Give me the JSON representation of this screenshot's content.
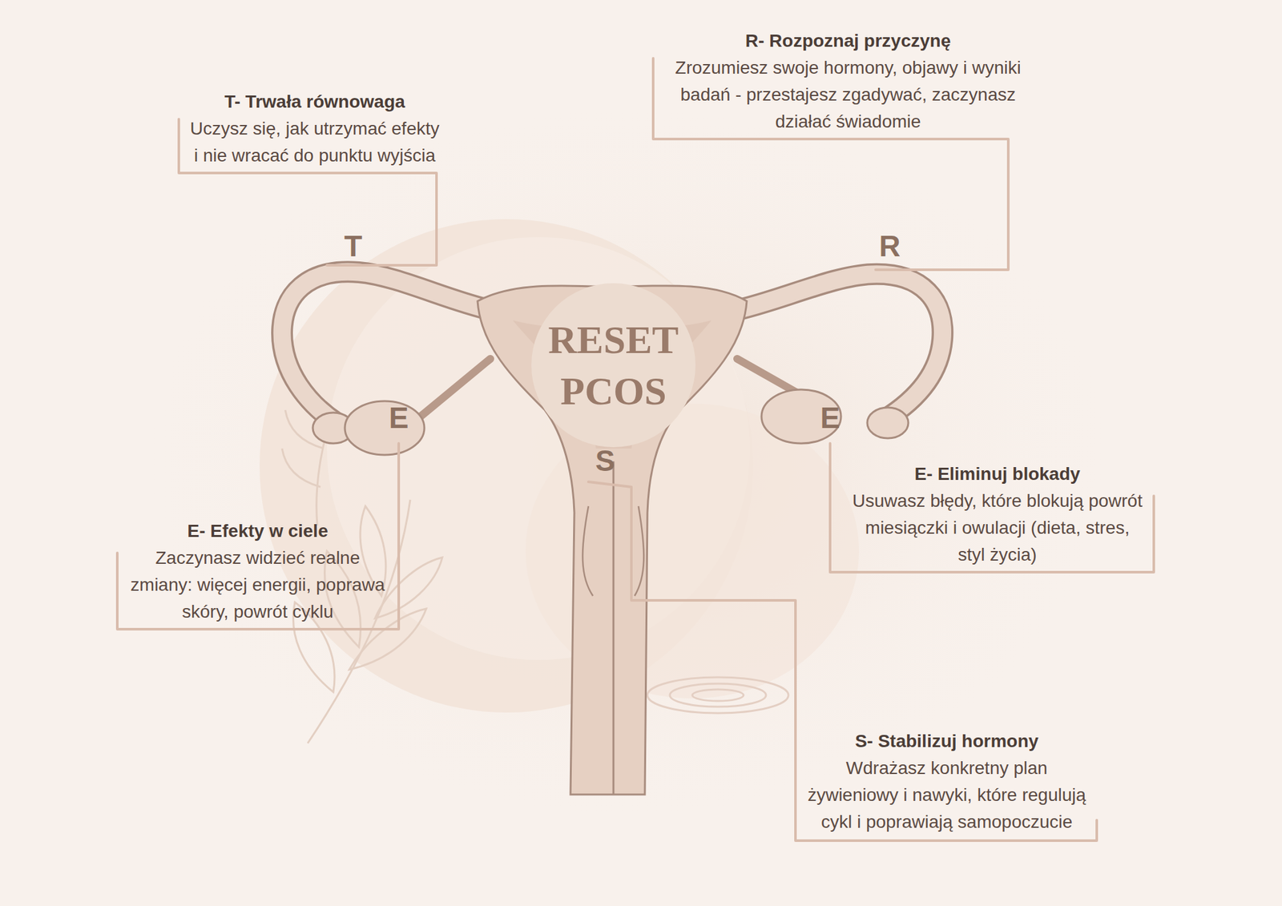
{
  "diagram": {
    "nodes": [
      {
        "text": [
          "RESET PCOS"
        ]
      },
      {
        "text": [
          "R- Rozpoznaj przyczynę",
          "Zrozumiesz swoje hormony, objawy i wyniki badań - przestajesz zgadywać, zaczynasz działać świadomie"
        ]
      },
      {
        "text": [
          "E- Eliminuj blokady",
          "Usuwasz błędy, które blokują powrót miesiączki i owulacji (dieta, stres, styl życia)"
        ]
      },
      {
        "text": [
          "S- Stabilizuj hormony",
          "Wdrażasz konkretny plan żywieniowy i nawyki, które regulują cykl i poprawiają samopoczucie"
        ]
      },
      {
        "text": [
          "E- Efekty w ciele",
          "Zaczynasz widzieć realne zmiany: więcej energii, poprawa skóry, powrót cyklu"
        ]
      },
      {
        "text": [
          "T- Trwała równowaga",
          "Uczysz się, jak utrzymać efekty i nie wracać do punktu wyjścia"
        ]
      }
    ],
    "labels": [
      "T",
      "R",
      "E",
      "E",
      "S"
    ]
  }
}
